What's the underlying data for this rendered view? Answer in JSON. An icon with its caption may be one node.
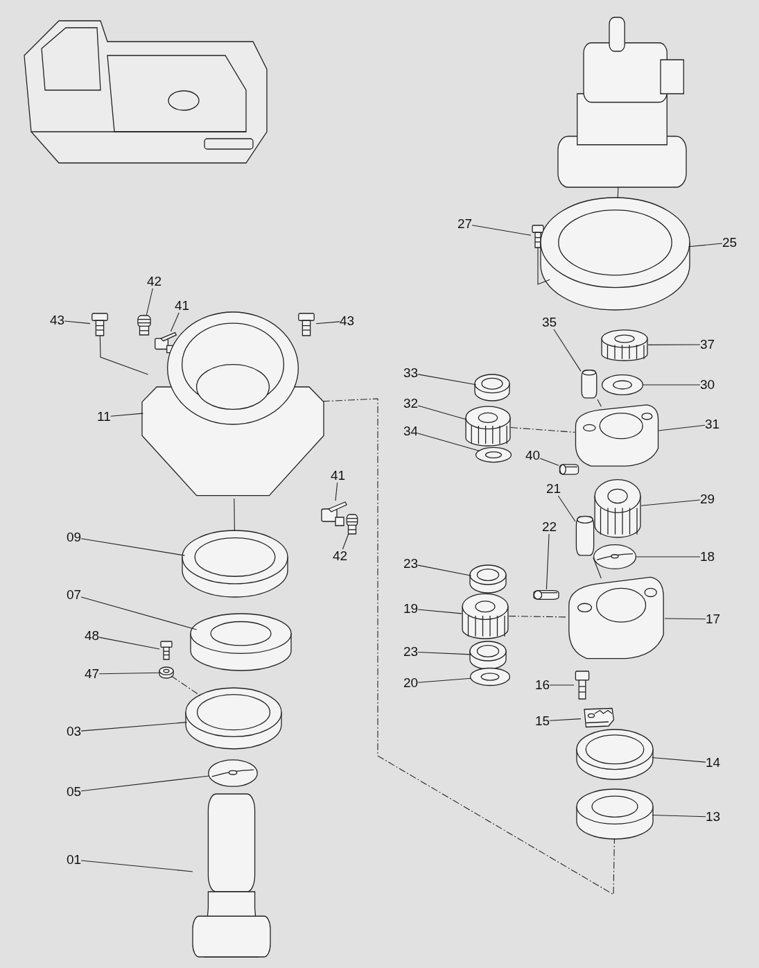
{
  "diagram": {
    "nodes": [
      {
        "text": [
          "43"
        ]
      },
      {
        "text": [],
        "shape": "picture"
      },
      {
        "text": [
          "42"
        ]
      },
      {
        "text": [],
        "shape": "picture"
      },
      {
        "text": [
          "41"
        ]
      },
      {
        "text": [],
        "shape": "picture"
      },
      {
        "text": [
          "43"
        ]
      },
      {
        "text": [],
        "shape": "picture"
      },
      {
        "text": [
          "11"
        ]
      },
      {
        "text": [],
        "shape": "picture"
      },
      {
        "text": [
          "41"
        ]
      },
      {
        "text": [],
        "shape": "picture"
      },
      {
        "text": [
          "42"
        ]
      },
      {
        "text": [],
        "shape": "picture"
      },
      {
        "text": [
          "09"
        ]
      },
      {
        "text": [],
        "shape": "picture"
      },
      {
        "text": [
          "07"
        ]
      },
      {
        "text": [],
        "shape": "picture"
      },
      {
        "text": [
          "48"
        ]
      },
      {
        "text": [],
        "shape": "picture"
      },
      {
        "text": [
          "47"
        ]
      },
      {
        "text": [],
        "shape": "picture"
      },
      {
        "text": [
          "03"
        ]
      },
      {
        "text": [],
        "shape": "picture"
      },
      {
        "text": [
          "05"
        ]
      },
      {
        "text": [],
        "shape": "picture"
      },
      {
        "text": [
          "01"
        ]
      },
      {
        "text": [],
        "shape": "picture"
      },
      {
        "text": [
          "27"
        ]
      },
      {
        "text": [],
        "shape": "picture"
      },
      {
        "text": [
          "25"
        ]
      },
      {
        "text": [],
        "shape": "picture"
      },
      {
        "text": [
          "35"
        ]
      },
      {
        "text": [],
        "shape": "picture"
      },
      {
        "text": [
          "37"
        ]
      },
      {
        "text": [],
        "shape": "picture"
      },
      {
        "text": [
          "33"
        ]
      },
      {
        "text": [],
        "shape": "picture"
      },
      {
        "text": [
          "30"
        ]
      },
      {
        "text": [],
        "shape": "picture"
      },
      {
        "text": [
          "32"
        ]
      },
      {
        "text": [],
        "shape": "picture"
      },
      {
        "text": [
          "31"
        ]
      },
      {
        "text": [],
        "shape": "picture"
      },
      {
        "text": [
          "34"
        ]
      },
      {
        "text": [],
        "shape": "picture"
      },
      {
        "text": [
          "40"
        ]
      },
      {
        "text": [],
        "shape": "picture"
      },
      {
        "text": [
          "21"
        ]
      },
      {
        "text": [],
        "shape": "picture"
      },
      {
        "text": [
          "29"
        ]
      },
      {
        "text": [],
        "shape": "picture"
      },
      {
        "text": [
          "22"
        ]
      },
      {
        "text": [],
        "shape": "picture"
      },
      {
        "text": [
          "18"
        ]
      },
      {
        "text": [],
        "shape": "picture"
      },
      {
        "text": [
          "23"
        ]
      },
      {
        "text": [],
        "shape": "picture"
      },
      {
        "text": [
          "19"
        ]
      },
      {
        "text": [],
        "shape": "picture"
      },
      {
        "text": [
          "17"
        ]
      },
      {
        "text": [],
        "shape": "picture"
      },
      {
        "text": [
          "23"
        ]
      },
      {
        "text": [],
        "shape": "picture"
      },
      {
        "text": [
          "20"
        ]
      },
      {
        "text": [],
        "shape": "picture"
      },
      {
        "text": [
          "16"
        ]
      },
      {
        "text": [],
        "shape": "picture"
      },
      {
        "text": [
          "15"
        ]
      },
      {
        "text": [],
        "shape": "picture"
      },
      {
        "text": [
          "14"
        ]
      },
      {
        "text": [],
        "shape": "picture"
      },
      {
        "text": [
          "13"
        ]
      },
      {
        "text": [],
        "shape": "picture"
      },
      {
        "text": [],
        "shape": "picture"
      }
    ],
    "edges": [
      {
        "from": 0,
        "to": 1,
        "arrow": "none"
      },
      {
        "from": 2,
        "to": 3,
        "arrow": "none"
      },
      {
        "from": 4,
        "to": 5,
        "arrow": "none"
      },
      {
        "from": 6,
        "to": 7,
        "arrow": "none"
      },
      {
        "from": 8,
        "to": 9,
        "arrow": "none"
      },
      {
        "from": 10,
        "to": 11,
        "arrow": "none"
      },
      {
        "from": 12,
        "to": 13,
        "arrow": "none"
      },
      {
        "from": 14,
        "to": 15,
        "arrow": "none"
      },
      {
        "from": 16,
        "to": 17,
        "arrow": "none"
      },
      {
        "from": 18,
        "to": 19,
        "arrow": "none"
      },
      {
        "from": 20,
        "to": 21,
        "arrow": "none"
      },
      {
        "from": 22,
        "to": 23,
        "arrow": "none"
      },
      {
        "from": 24,
        "to": 25,
        "arrow": "none"
      },
      {
        "from": 26,
        "to": 27,
        "arrow": "none"
      },
      {
        "from": 28,
        "to": 29,
        "arrow": "none"
      },
      {
        "from": 30,
        "to": 31,
        "arrow": "none"
      },
      {
        "from": 32,
        "to": 33,
        "arrow": "none"
      },
      {
        "from": 34,
        "to": 35,
        "arrow": "none"
      },
      {
        "from": 36,
        "to": 37,
        "arrow": "none"
      },
      {
        "from": 38,
        "to": 39,
        "arrow": "none"
      },
      {
        "from": 40,
        "to": 41,
        "arrow": "none"
      },
      {
        "from": 42,
        "to": 43,
        "arrow": "none"
      },
      {
        "from": 44,
        "to": 45,
        "arrow": "none"
      },
      {
        "from": 46,
        "to": 47,
        "arrow": "none"
      },
      {
        "from": 48,
        "to": 49,
        "arrow": "none"
      },
      {
        "from": 50,
        "to": 51,
        "arrow": "none"
      },
      {
        "from": 52,
        "to": 53,
        "arrow": "none"
      },
      {
        "from": 54,
        "to": 55,
        "arrow": "none"
      },
      {
        "from": 56,
        "to": 57,
        "arrow": "none"
      },
      {
        "from": 58,
        "to": 59,
        "arrow": "none"
      },
      {
        "from": 60,
        "to": 61,
        "arrow": "none"
      },
      {
        "from": 62,
        "to": 63,
        "arrow": "none"
      },
      {
        "from": 64,
        "to": 65,
        "arrow": "none"
      },
      {
        "from": 66,
        "to": 67,
        "arrow": "none"
      },
      {
        "from": 68,
        "to": 69,
        "arrow": "none"
      },
      {
        "from": 70,
        "to": 71,
        "arrow": "none"
      },
      {
        "from": 72,
        "to": 73,
        "arrow": "none"
      },
      {
        "from": 74,
        "to": 31,
        "arrow": "none"
      },
      {
        "from": 9,
        "to": 15,
        "arrow": "none"
      },
      {
        "from": 21,
        "to": 23,
        "arrow": "none",
        "style": "dashed"
      },
      {
        "from": 41,
        "to": 43,
        "arrow": "none",
        "style": "dashed"
      },
      {
        "from": 59,
        "to": 61,
        "arrow": "none",
        "style": "dashed"
      },
      {
        "from": 9,
        "to": 73,
        "arrow": "none",
        "style": "dashed"
      },
      {
        "from": 33,
        "to": 43,
        "arrow": "none"
      },
      {
        "from": 49,
        "to": 61,
        "arrow": "none"
      },
      {
        "from": 1,
        "to": 9,
        "arrow": "none"
      },
      {
        "from": 29,
        "to": 31,
        "arrow": "none"
      }
    ]
  }
}
